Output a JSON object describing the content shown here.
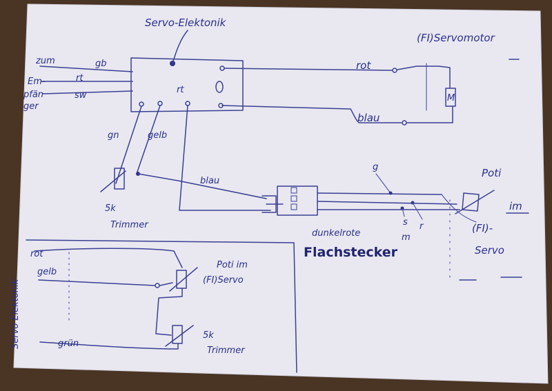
{
  "colors": {
    "paper": "#e9e8f1",
    "ink": "#3a3f92",
    "table": "#4a3424"
  },
  "labels": {
    "servo_elektronik": "Servo-Elektonik",
    "fi_servomotor": "(FI)Servomotor",
    "zum": "zum",
    "em": "Em-",
    "pfan": "pfän",
    "ger": "ger",
    "gb": "gb",
    "rt_in": "rt",
    "sw": "sw",
    "rt_top": "rt",
    "rot": "rot",
    "blau_top": "blau",
    "m_motor": "M",
    "gn": "gn",
    "gelb": "gelb",
    "blau_mid": "blau",
    "trimmer_5k": "5k",
    "trimmer_word": "Trimmer",
    "poti": "Poti",
    "im": "im",
    "fi_paren": "(FI)-",
    "servo": "Servo",
    "dunkelrote": "dunkelrote",
    "flachstecker": "Flachstecker",
    "wire_g": "g",
    "wire_s": "s",
    "wire_r": "r",
    "wire_m": "m",
    "box_servo_elektonik": "Servo Elektonik",
    "box_rot": "rot",
    "box_gelb": "gelb",
    "box_grun": "grün",
    "box_poti_line1": "Poti im",
    "box_poti_line2": "(FI)Servo",
    "box_5k": "5k",
    "box_trimmer": "Trimmer"
  }
}
